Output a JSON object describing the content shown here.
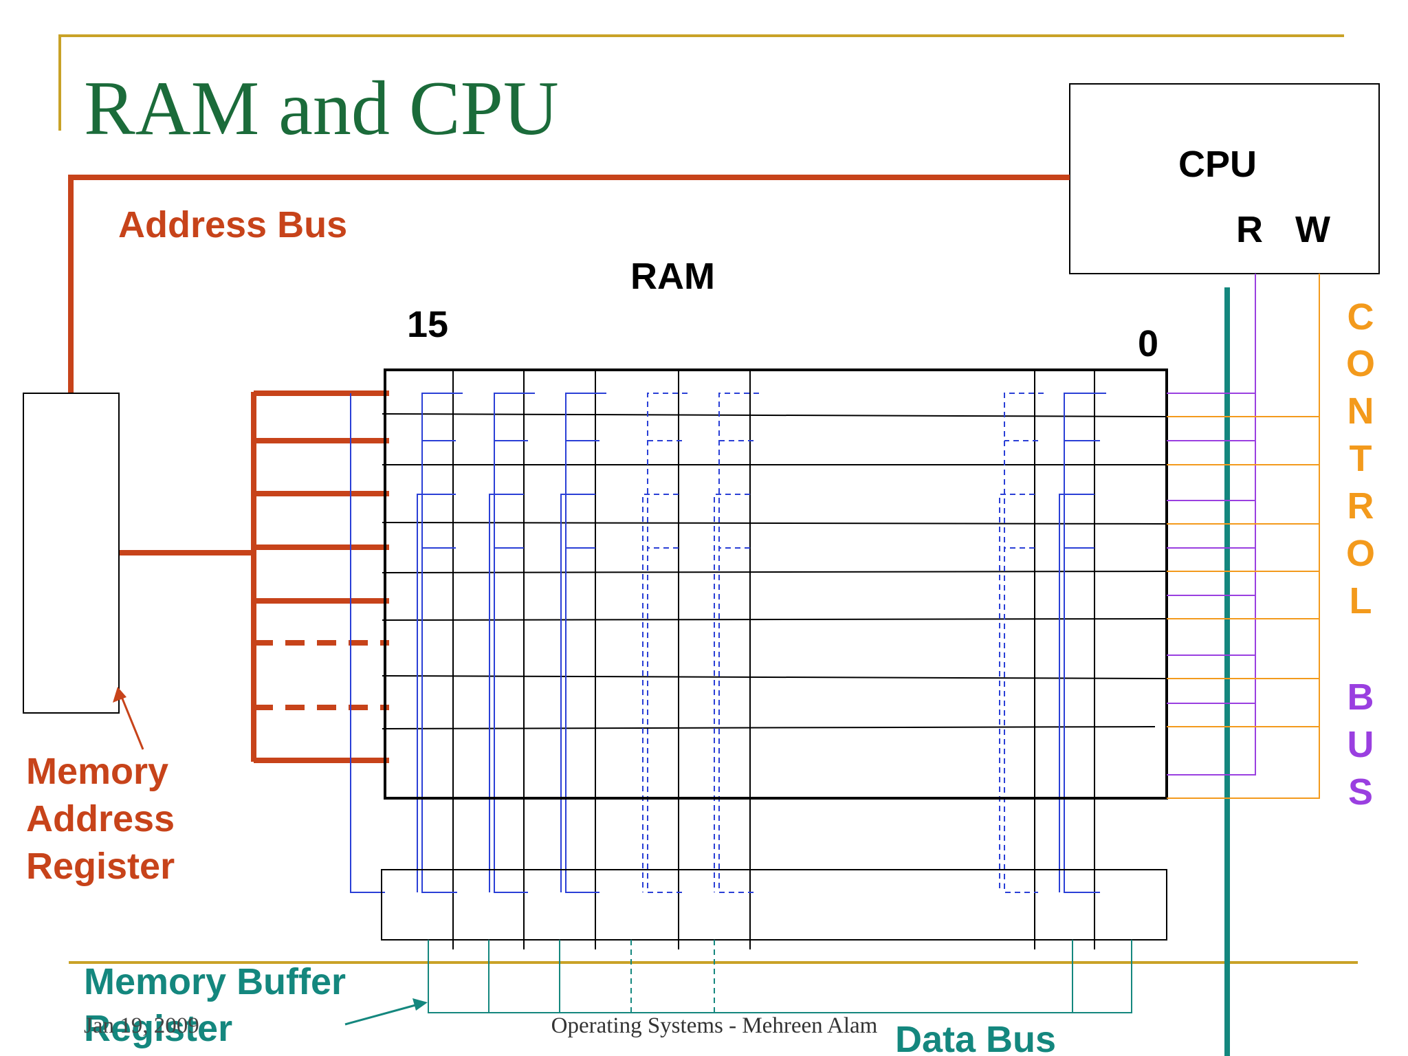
{
  "slide": {
    "title": "RAM and CPU",
    "footer_date": "Jan 19, 2009",
    "footer_text": "Operating Systems - Mehreen Alam"
  },
  "labels": {
    "address_bus": "Address Bus",
    "ram": "RAM",
    "bit_high": "15",
    "bit_low": "0",
    "cpu": "CPU",
    "read": "R",
    "write": "W",
    "mar": [
      "Memory",
      "Address",
      "Register"
    ],
    "mbr": [
      "Memory Buffer",
      "Register"
    ],
    "data_bus": "Data Bus",
    "control": [
      "C",
      "O",
      "N",
      "T",
      "R",
      "O",
      "L"
    ],
    "bus": [
      "B",
      "U",
      "S"
    ]
  },
  "colors": {
    "title": "#1b6b3a",
    "frame": "#c9a227",
    "address": "#c7431a",
    "data": "#14877e",
    "cell": "#2a3fd6",
    "control_orange": "#f39a1c",
    "control_purple": "#9a3fe0",
    "ink": "#000000"
  }
}
